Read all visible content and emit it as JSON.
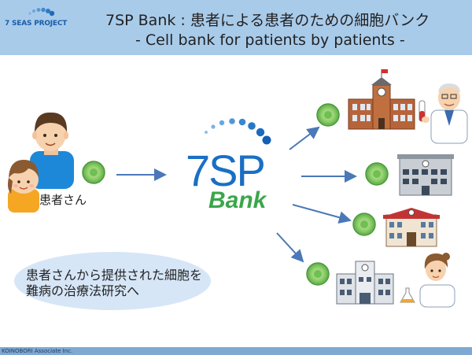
{
  "header": {
    "logo_text": "7 SEAS PROJECT",
    "title_line1": "7SP Bank : 患者による患者のための細胞バンク",
    "title_line2": "- Cell bank for patients by patients -"
  },
  "brand": {
    "line1": "7SP",
    "line2": "Bank"
  },
  "patient_label": "患者さん",
  "caption": {
    "line1": "患者さんから提供された細胞を",
    "line2": "難病の治療法研究へ"
  },
  "footer": "KOINOBORI Associate Inc.",
  "colors": {
    "header_bg": "#a9cbea",
    "brand_blue": "#1a6fc4",
    "brand_green": "#3aa64a",
    "cell_green": "#8fcf6b",
    "arrow": "#4a78b8"
  }
}
